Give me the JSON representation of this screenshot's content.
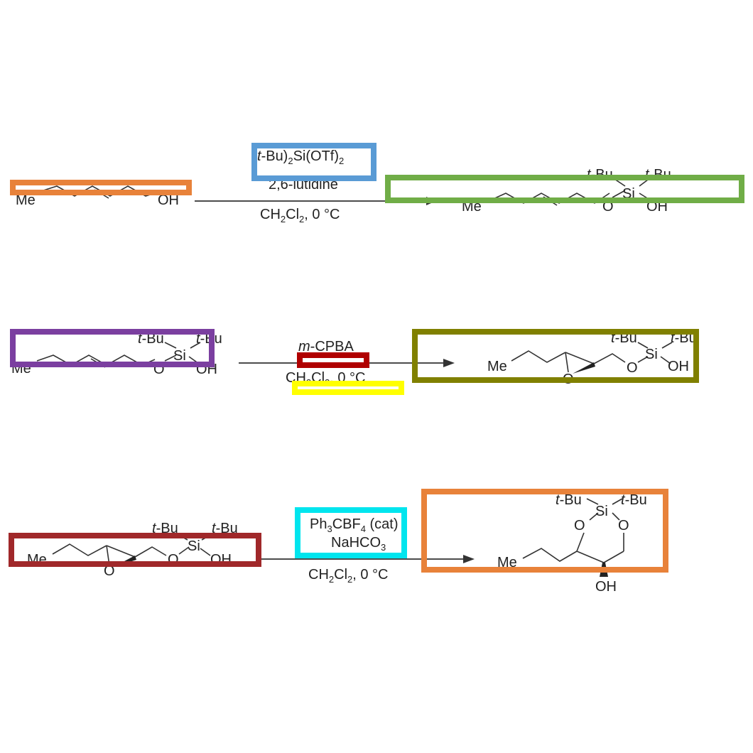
{
  "reactions": [
    {
      "reactant": {
        "me": "Me",
        "oh": "OH"
      },
      "reagents": {
        "line1_prefix": "t",
        "line1": "-Bu)",
        "line1_sub": "2",
        "line1_b": "Si(OTf)",
        "line1_sub2": "2",
        "line2": "2,6-lutidine",
        "cond_a": "CH",
        "cond_sub1": "2",
        "cond_b": "Cl",
        "cond_sub2": "2",
        "cond_c": ", 0 °C"
      },
      "product": {
        "me": "Me",
        "o": "O",
        "si": "Si",
        "oh": "OH",
        "tbu_a": "t",
        "tbu_b": "-Bu"
      }
    },
    {
      "reactant": {
        "me": "Me",
        "o": "O",
        "si": "Si",
        "oh": "OH",
        "tbu_a": "t",
        "tbu_b": "-Bu"
      },
      "reagents": {
        "line1_prefix": "m",
        "line1": "-CPBA",
        "cond_a": "CH",
        "cond_sub1": "2",
        "cond_b": "Cl",
        "cond_sub2": "2",
        "cond_c": ", 0 °C"
      },
      "product": {
        "me": "Me",
        "o": "O",
        "si": "Si",
        "oh": "OH",
        "ep_o": "O",
        "tbu_a": "t",
        "tbu_b": "-Bu"
      }
    },
    {
      "reactant": {
        "me": "Me",
        "o": "O",
        "si": "Si",
        "oh": "OH",
        "ep_o": "O",
        "tbu_a": "t",
        "tbu_b": "-Bu"
      },
      "reagents": {
        "line1_a": "Ph",
        "line1_sub": "3",
        "line1_b": "CBF",
        "line1_sub2": "4",
        "line1_c": " (cat)",
        "line2_a": "NaHCO",
        "line2_sub": "3",
        "cond_a": "CH",
        "cond_sub1": "2",
        "cond_b": "Cl",
        "cond_sub2": "2",
        "cond_c": ", 0 °C"
      },
      "product": {
        "me": "Me",
        "o1": "O",
        "o2": "O",
        "si": "Si",
        "oh": "OH",
        "tbu_a": "t",
        "tbu_b": "-Bu"
      }
    }
  ],
  "highlight_colors": {
    "orange": "#E8823A",
    "blue": "#5A9BD5",
    "green": "#70AD47",
    "purple": "#7B3FA0",
    "dark_red": "#B00000",
    "yellow": "#FFFF00",
    "olive": "#808000",
    "maroon": "#A0282A",
    "cyan": "#00E5EE"
  }
}
